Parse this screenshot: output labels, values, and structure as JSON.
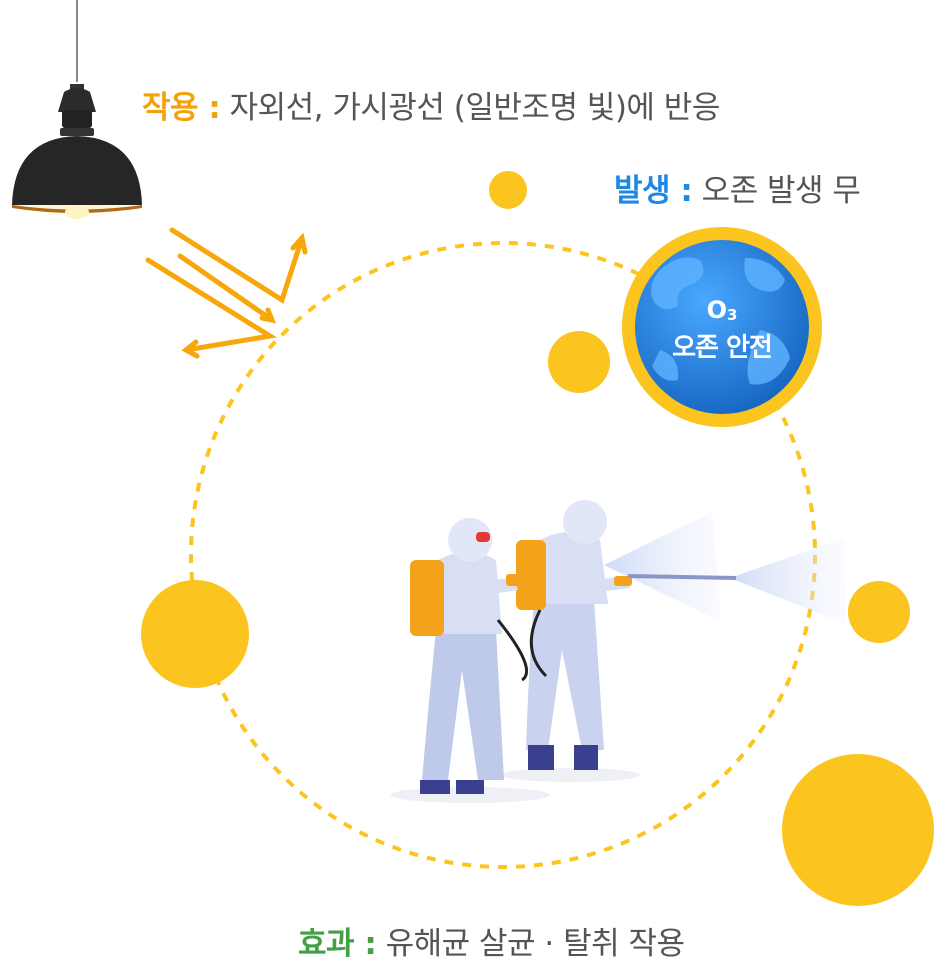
{
  "labels": {
    "action": {
      "key": "작용 :",
      "text": " 자외선, 가시광선 (일반조명 빛)에 반응"
    },
    "generation": {
      "key": "발생 :",
      "text": " 오존 발생 무"
    },
    "effect": {
      "key": "효과 :",
      "text": " 유해균 살균 · 탈취 작용"
    }
  },
  "globe": {
    "o3_main": "O",
    "o3_sub": "3",
    "safe": "오존 안전"
  },
  "colors": {
    "yellow": "#fcc41e",
    "orange": "#f2a20a",
    "blue": "#1e88e5",
    "green": "#43a047",
    "text": "#555555"
  },
  "icons": [
    "pendant-lamp-icon",
    "light-ray-arrows-icon",
    "earth-globe-icon",
    "disinfection-workers-illustration"
  ]
}
